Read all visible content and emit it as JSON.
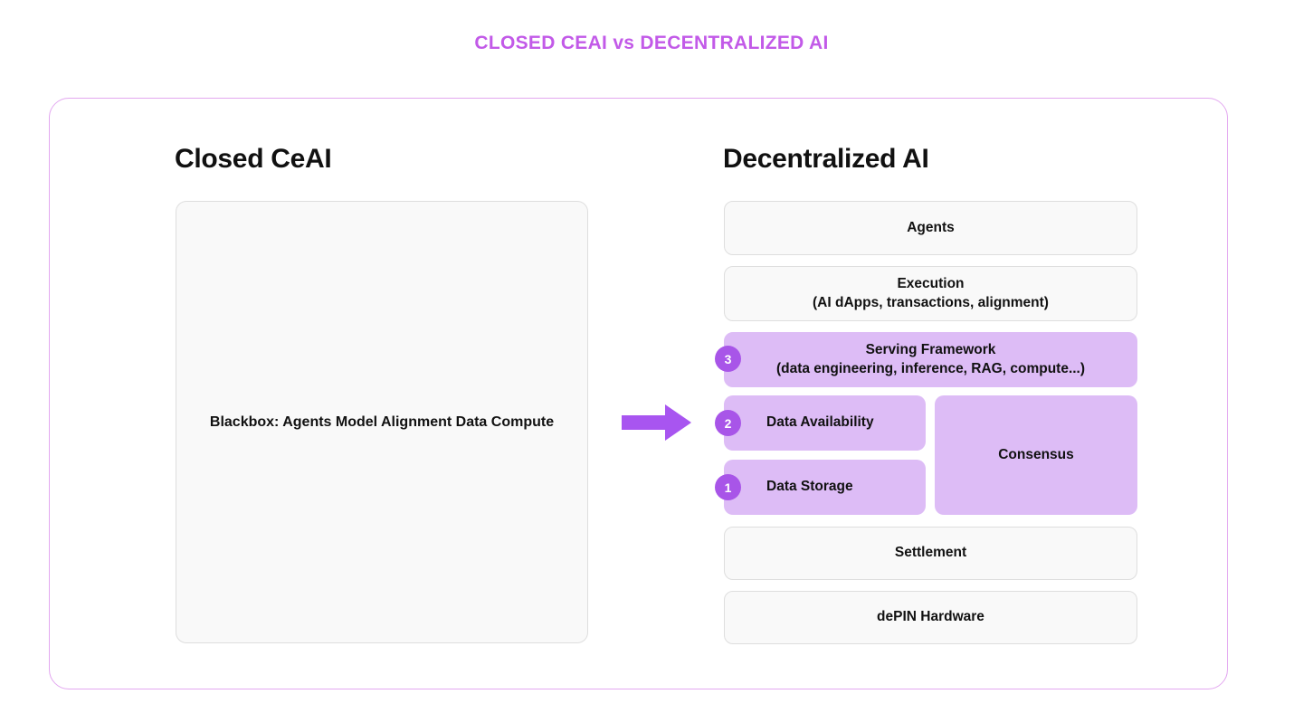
{
  "title": "CLOSED CEAI vs DECENTRALIZED AI",
  "colors": {
    "title_purple": "#c25ae8",
    "card_border": "#e3a8f0",
    "accent_fill": "#ddbcf6",
    "badge_fill": "#a855e8",
    "arrow": "#a855f0",
    "plain_fill": "#f9f9f9",
    "plain_border": "#dedede",
    "text": "#111111"
  },
  "left_column": {
    "heading": "Closed CeAI",
    "blackbox_label": "Blackbox: Agents Model Alignment Data Compute"
  },
  "arrow": {
    "icon": "arrow-right-icon",
    "direction": "right"
  },
  "right_column": {
    "heading": "Decentralized AI",
    "layers": [
      {
        "id": "agents",
        "label": "Agents",
        "sublabel": "",
        "style": "plain",
        "badge": null
      },
      {
        "id": "execution",
        "label": "Execution",
        "sublabel": "(AI dApps, transactions, alignment)",
        "style": "plain",
        "badge": null
      },
      {
        "id": "serving-framework",
        "label": "Serving Framework",
        "sublabel": "(data engineering, inference, RAG, compute...)",
        "style": "accent",
        "badge": "3"
      },
      {
        "id": "data-availability",
        "label": "Data Availability",
        "sublabel": "",
        "style": "accent",
        "badge": "2"
      },
      {
        "id": "data-storage",
        "label": "Data Storage",
        "sublabel": "",
        "style": "accent",
        "badge": "1"
      },
      {
        "id": "consensus",
        "label": "Consensus",
        "sublabel": "",
        "style": "accent",
        "badge": null
      },
      {
        "id": "settlement",
        "label": "Settlement",
        "sublabel": "",
        "style": "plain",
        "badge": null
      },
      {
        "id": "depin-hardware",
        "label": "dePIN Hardware",
        "sublabel": "",
        "style": "plain",
        "badge": null
      }
    ]
  }
}
